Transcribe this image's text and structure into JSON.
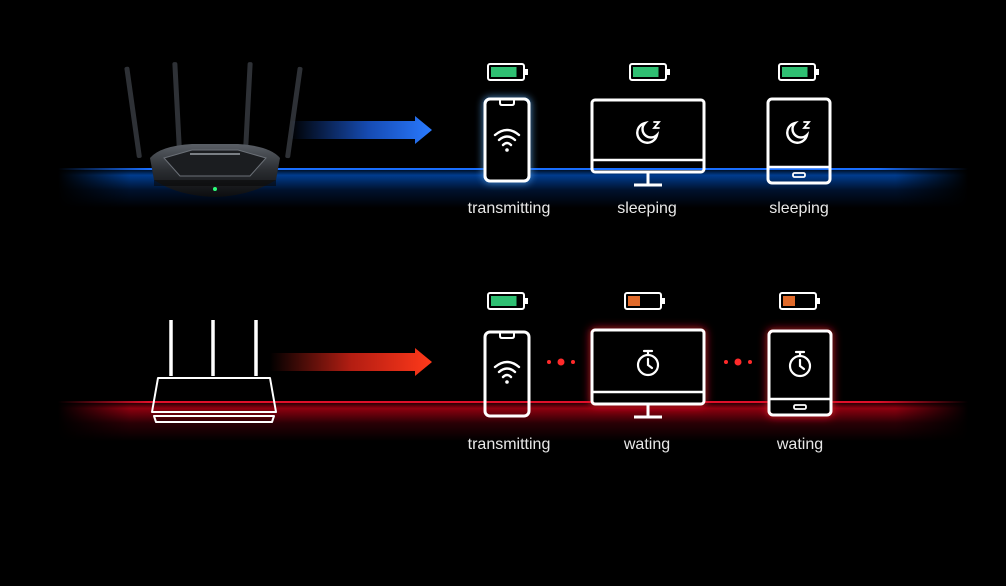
{
  "rows": [
    {
      "router": "router-icon",
      "arrow_color": "#1f6bff",
      "devices": [
        {
          "icon": "smartphone-icon",
          "status_icon": "wifi-icon",
          "battery": 0.85,
          "battery_color": "#2fbf72",
          "label": "transmitting"
        },
        {
          "icon": "monitor-icon",
          "status_icon": "sleep-moon-icon",
          "battery": 0.85,
          "battery_color": "#2fbf72",
          "label": "sleeping"
        },
        {
          "icon": "tablet-icon",
          "status_icon": "sleep-moon-icon",
          "battery": 0.85,
          "battery_color": "#2fbf72",
          "label": "sleeping"
        }
      ]
    },
    {
      "router": "router-icon",
      "arrow_color": "#ff2a1a",
      "devices": [
        {
          "icon": "smartphone-icon",
          "status_icon": "wifi-icon",
          "battery": 0.85,
          "battery_color": "#2fbf72",
          "label": "transmitting"
        },
        {
          "icon": "monitor-icon",
          "status_icon": "stopwatch-icon",
          "battery": 0.4,
          "battery_color": "#e06a2a",
          "label": "wating"
        },
        {
          "icon": "tablet-icon",
          "status_icon": "stopwatch-icon",
          "battery": 0.4,
          "battery_color": "#e06a2a",
          "label": "wating"
        }
      ]
    }
  ],
  "colors": {
    "blue_glow": "#4aa3ff",
    "red_glow": "#ff1a2e",
    "outline": "#ffffff"
  }
}
